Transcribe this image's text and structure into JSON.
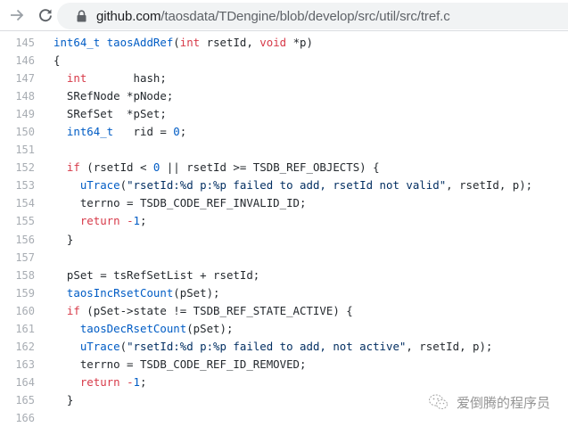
{
  "browser": {
    "url_host": "github.com",
    "url_path": "/taosdata/TDengine/blob/develop/src/util/src/tref.c",
    "icons": {
      "forward": "arrow-right-icon",
      "reload": "reload-icon",
      "lock": "lock-icon"
    }
  },
  "colors": {
    "keyword": "#d73a49",
    "type_function_number": "#005cc5",
    "string": "#032f62",
    "text": "#24292e",
    "line_number": "#a8adb3",
    "omnibox_bg": "#f1f3f4"
  },
  "code": {
    "lines": [
      {
        "num": "145",
        "tokens": [
          {
            "t": "int64_t",
            "c": "ty"
          },
          {
            "t": " ",
            "c": "tx"
          },
          {
            "t": "taosAddRef",
            "c": "fn"
          },
          {
            "t": "(",
            "c": "tx"
          },
          {
            "t": "int",
            "c": "kw"
          },
          {
            "t": " rsetId, ",
            "c": "tx"
          },
          {
            "t": "void",
            "c": "kw"
          },
          {
            "t": " *p)",
            "c": "tx"
          }
        ]
      },
      {
        "num": "146",
        "tokens": [
          {
            "t": "{",
            "c": "tx"
          }
        ]
      },
      {
        "num": "147",
        "tokens": [
          {
            "t": "  ",
            "c": "tx"
          },
          {
            "t": "int",
            "c": "kw"
          },
          {
            "t": "       hash;",
            "c": "tx"
          }
        ]
      },
      {
        "num": "148",
        "tokens": [
          {
            "t": "  SRefNode *pNode;",
            "c": "tx"
          }
        ]
      },
      {
        "num": "149",
        "tokens": [
          {
            "t": "  SRefSet  *pSet;",
            "c": "tx"
          }
        ]
      },
      {
        "num": "150",
        "tokens": [
          {
            "t": "  ",
            "c": "tx"
          },
          {
            "t": "int64_t",
            "c": "ty"
          },
          {
            "t": "   rid = ",
            "c": "tx"
          },
          {
            "t": "0",
            "c": "nm"
          },
          {
            "t": ";",
            "c": "tx"
          }
        ]
      },
      {
        "num": "151",
        "tokens": []
      },
      {
        "num": "152",
        "tokens": [
          {
            "t": "  ",
            "c": "tx"
          },
          {
            "t": "if",
            "c": "kw"
          },
          {
            "t": " (rsetId < ",
            "c": "tx"
          },
          {
            "t": "0",
            "c": "nm"
          },
          {
            "t": " || rsetId >= TSDB_REF_OBJECTS) {",
            "c": "tx"
          }
        ]
      },
      {
        "num": "153",
        "tokens": [
          {
            "t": "    ",
            "c": "tx"
          },
          {
            "t": "uTrace",
            "c": "fn"
          },
          {
            "t": "(",
            "c": "tx"
          },
          {
            "t": "\"rsetId:%d p:%p failed to add, rsetId not valid\"",
            "c": "st"
          },
          {
            "t": ", rsetId, p);",
            "c": "tx"
          }
        ]
      },
      {
        "num": "154",
        "tokens": [
          {
            "t": "    terrno = TSDB_CODE_REF_INVALID_ID;",
            "c": "tx"
          }
        ]
      },
      {
        "num": "155",
        "tokens": [
          {
            "t": "    ",
            "c": "tx"
          },
          {
            "t": "return",
            "c": "kw"
          },
          {
            "t": " ",
            "c": "tx"
          },
          {
            "t": "-",
            "c": "kw"
          },
          {
            "t": "1",
            "c": "nm"
          },
          {
            "t": ";",
            "c": "tx"
          }
        ]
      },
      {
        "num": "156",
        "tokens": [
          {
            "t": "  }",
            "c": "tx"
          }
        ]
      },
      {
        "num": "157",
        "tokens": []
      },
      {
        "num": "158",
        "tokens": [
          {
            "t": "  pSet = tsRefSetList + rsetId;",
            "c": "tx"
          }
        ]
      },
      {
        "num": "159",
        "tokens": [
          {
            "t": "  ",
            "c": "tx"
          },
          {
            "t": "taosIncRsetCount",
            "c": "fn"
          },
          {
            "t": "(pSet);",
            "c": "tx"
          }
        ]
      },
      {
        "num": "160",
        "tokens": [
          {
            "t": "  ",
            "c": "tx"
          },
          {
            "t": "if",
            "c": "kw"
          },
          {
            "t": " (pSet->state != TSDB_REF_STATE_ACTIVE) {",
            "c": "tx"
          }
        ]
      },
      {
        "num": "161",
        "tokens": [
          {
            "t": "    ",
            "c": "tx"
          },
          {
            "t": "taosDecRsetCount",
            "c": "fn"
          },
          {
            "t": "(pSet);",
            "c": "tx"
          }
        ]
      },
      {
        "num": "162",
        "tokens": [
          {
            "t": "    ",
            "c": "tx"
          },
          {
            "t": "uTrace",
            "c": "fn"
          },
          {
            "t": "(",
            "c": "tx"
          },
          {
            "t": "\"rsetId:%d p:%p failed to add, not active\"",
            "c": "st"
          },
          {
            "t": ", rsetId, p);",
            "c": "tx"
          }
        ]
      },
      {
        "num": "163",
        "tokens": [
          {
            "t": "    terrno = TSDB_CODE_REF_ID_REMOVED;",
            "c": "tx"
          }
        ]
      },
      {
        "num": "164",
        "tokens": [
          {
            "t": "    ",
            "c": "tx"
          },
          {
            "t": "return",
            "c": "kw"
          },
          {
            "t": " ",
            "c": "tx"
          },
          {
            "t": "-",
            "c": "kw"
          },
          {
            "t": "1",
            "c": "nm"
          },
          {
            "t": ";",
            "c": "tx"
          }
        ]
      },
      {
        "num": "165",
        "tokens": [
          {
            "t": "  }",
            "c": "tx"
          }
        ]
      },
      {
        "num": "166",
        "tokens": []
      }
    ]
  },
  "watermark": {
    "icon": "wechat-icon",
    "text": "爱倒腾的程序员"
  }
}
